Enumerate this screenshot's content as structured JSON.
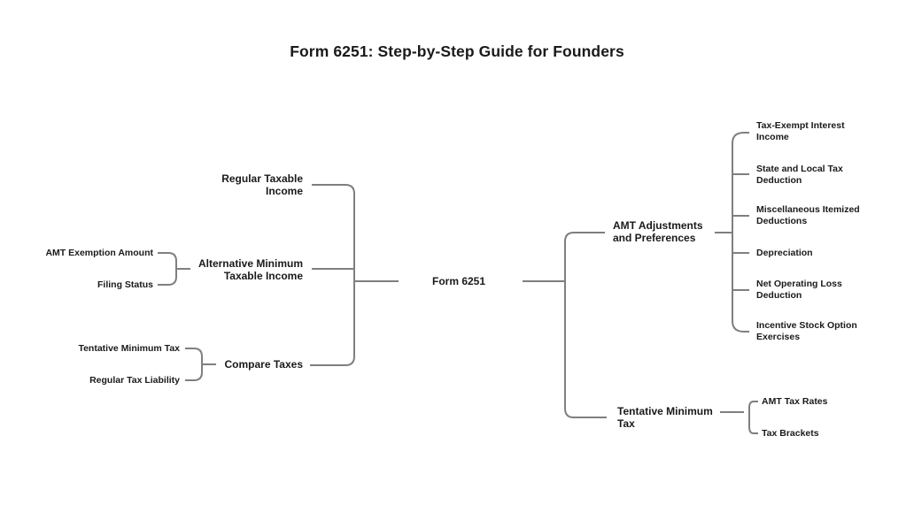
{
  "title": "Form 6251: Step-by-Step Guide for Founders",
  "mindmap": {
    "root": {
      "label": "Form 6251"
    },
    "left_branches": [
      {
        "label": "Regular Taxable Income",
        "children": []
      },
      {
        "label": "Alternative Minimum Taxable Income",
        "children": [
          {
            "label": "AMT Exemption Amount"
          },
          {
            "label": "Filing Status"
          }
        ]
      },
      {
        "label": "Compare Taxes",
        "children": [
          {
            "label": "Tentative Minimum Tax"
          },
          {
            "label": "Regular Tax Liability"
          }
        ]
      }
    ],
    "right_branches": [
      {
        "label": "AMT Adjustments and Preferences",
        "children": [
          {
            "label": "Tax-Exempt Interest Income"
          },
          {
            "label": "State and Local Tax Deduction"
          },
          {
            "label": "Miscellaneous Itemized Deductions"
          },
          {
            "label": "Depreciation"
          },
          {
            "label": "Net Operating Loss Deduction"
          },
          {
            "label": "Incentive Stock Option Exercises"
          }
        ]
      },
      {
        "label": "Tentative Minimum Tax",
        "children": [
          {
            "label": "AMT Tax Rates"
          },
          {
            "label": "Tax Brackets"
          }
        ]
      }
    ],
    "colors": {
      "line": "#7f7f7f",
      "text": "#1a1a1a",
      "background": "#ffffff"
    }
  }
}
